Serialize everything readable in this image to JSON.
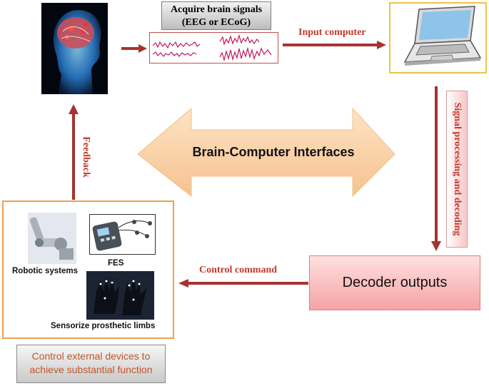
{
  "acquire_label_line1": "Acquire brain signals",
  "acquire_label_line2": "(EEG or ECoG)",
  "input_computer": "Input computer",
  "signal_processing": "Signal processing and decoding",
  "feedback": "Feedback",
  "bci_title": "Brain-Computer Interfaces",
  "decoder_outputs": "Decoder outputs",
  "control_command": "Control command",
  "devices": {
    "robotic": "Robotic systems",
    "fes": "FES",
    "prosthetic": "Sensorize prosthetic limbs"
  },
  "control_external_line1": "Control external devices to",
  "control_external_line2": "achieve substantial function",
  "colors": {
    "arrow": "#a83232",
    "label_red": "#c0392b",
    "bci_arrow": "#f9cfa0",
    "decoder_fill": "#f5a3a3",
    "devices_border": "#f0a050"
  }
}
